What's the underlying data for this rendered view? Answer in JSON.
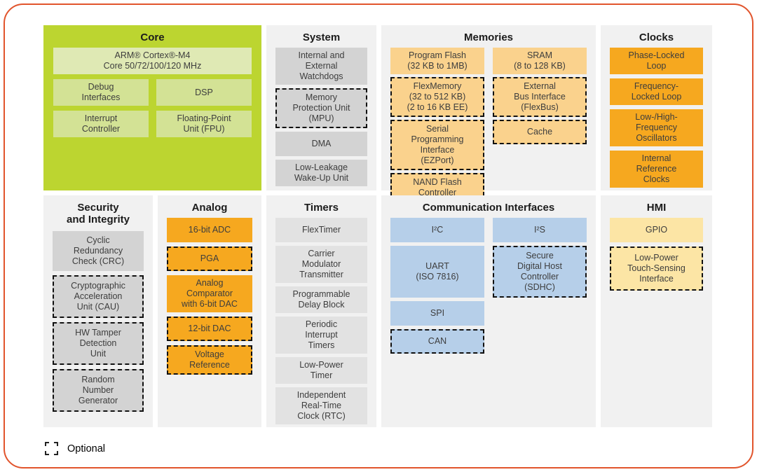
{
  "colors": {
    "frame": "#e1542c",
    "section_bg": "#f1f1f1",
    "core_bg": "#bcd530",
    "core_block": "#d3e295",
    "core_block_light": "#dfe9b4",
    "gray_dark": "#d3d3d3",
    "gray_light": "#e2e2e2",
    "orange": "#f6a81f",
    "light_orange": "#fad28d",
    "blue": "#b6cfe9",
    "pale_yellow": "#fce5a5",
    "optional_border": "#111111",
    "block_text": "#3d3d3d",
    "title_text": "#1b1b1b"
  },
  "legend": {
    "label": "Optional"
  },
  "sections": [
    {
      "id": "core",
      "title": "Core",
      "block_color": "core_block",
      "blocks": [
        {
          "label": "ARM® Cortex®-M4\nCore 50/72/100/120 MHz",
          "wide": true,
          "color": "core_block_light",
          "optional": false
        },
        {
          "label": "Debug\nInterfaces",
          "optional": false
        },
        {
          "label": "DSP",
          "optional": false
        },
        {
          "label": "Interrupt\nController",
          "optional": false
        },
        {
          "label": "Floating-Point\nUnit (FPU)",
          "optional": false
        }
      ]
    },
    {
      "id": "system",
      "title": "System",
      "block_color": "gray_dark",
      "blocks": [
        {
          "label": "Internal and\nExternal\nWatchdogs",
          "optional": false
        },
        {
          "label": "Memory\nProtection Unit\n(MPU)",
          "optional": true
        },
        {
          "label": "DMA",
          "optional": false
        },
        {
          "label": "Low-Leakage\nWake-Up Unit",
          "optional": false
        }
      ]
    },
    {
      "id": "memories",
      "title": "Memories",
      "block_color": "light_orange",
      "blocks": [
        {
          "label": "Program Flash\n(32 KB to 1MB)",
          "col": "a",
          "optional": false
        },
        {
          "label": "SRAM\n(8 to 128 KB)",
          "col": "b",
          "optional": false
        },
        {
          "label": "FlexMemory\n(32 to 512 KB)\n(2 to 16 KB EE)",
          "col": "a",
          "optional": true
        },
        {
          "label": "External\nBus Interface\n(FlexBus)",
          "col": "b",
          "optional": true
        },
        {
          "label": "Serial\nProgramming\nInterface\n(EZPort)",
          "col": "a",
          "optional": true
        },
        {
          "label": "Cache",
          "col": "b",
          "optional": true
        },
        {
          "label": "NAND Flash\nController",
          "col": "a",
          "optional": true
        }
      ]
    },
    {
      "id": "clocks",
      "title": "Clocks",
      "block_color": "orange",
      "blocks": [
        {
          "label": "Phase-Locked\nLoop",
          "optional": false
        },
        {
          "label": "Frequency-\nLocked Loop",
          "optional": false
        },
        {
          "label": "Low-/High-\nFrequency\nOscillators",
          "optional": false
        },
        {
          "label": "Internal\nReference\nClocks",
          "optional": false
        }
      ]
    },
    {
      "id": "security",
      "title": "Security\nand Integrity",
      "block_color": "gray_dark",
      "blocks": [
        {
          "label": "Cyclic\nRedundancy\nCheck (CRC)",
          "optional": false
        },
        {
          "label": "Cryptographic\nAcceleration\nUnit (CAU)",
          "optional": true
        },
        {
          "label": "HW Tamper\nDetection\nUnit",
          "optional": true
        },
        {
          "label": "Random\nNumber\nGenerator",
          "optional": true
        }
      ]
    },
    {
      "id": "analog",
      "title": "Analog",
      "block_color": "orange",
      "blocks": [
        {
          "label": "16-bit ADC",
          "optional": false
        },
        {
          "label": "PGA",
          "optional": true
        },
        {
          "label": "Analog\nComparator\nwith 6-bit DAC",
          "optional": false
        },
        {
          "label": "12-bit DAC",
          "optional": true
        },
        {
          "label": "Voltage\nReference",
          "optional": true
        }
      ]
    },
    {
      "id": "timers",
      "title": "Timers",
      "block_color": "gray_light",
      "blocks": [
        {
          "label": "FlexTimer",
          "optional": false
        },
        {
          "label": "Carrier\nModulator\nTransmitter",
          "optional": false
        },
        {
          "label": "Programmable\nDelay Block",
          "optional": false
        },
        {
          "label": "Periodic\nInterrupt\nTimers",
          "optional": false
        },
        {
          "label": "Low-Power\nTimer",
          "optional": false
        },
        {
          "label": "Independent\nReal-Time\nClock (RTC)",
          "optional": false
        }
      ]
    },
    {
      "id": "comm",
      "title": "Communication Interfaces",
      "block_color": "blue",
      "blocks": [
        {
          "label": "I²C",
          "col": "a",
          "optional": false
        },
        {
          "label": "I²S",
          "col": "b",
          "optional": false
        },
        {
          "label": "UART\n(ISO 7816)",
          "col": "a",
          "optional": false
        },
        {
          "label": "Secure\nDigital Host\nController\n(SDHC)",
          "col": "b",
          "optional": true
        },
        {
          "label": "SPI",
          "col": "a",
          "optional": false
        },
        {
          "label": "CAN",
          "col": "a",
          "optional": true
        }
      ]
    },
    {
      "id": "hmi",
      "title": "HMI",
      "block_color": "pale_yellow",
      "blocks": [
        {
          "label": "GPIO",
          "optional": false
        },
        {
          "label": "Low-Power\nTouch-Sensing\nInterface",
          "optional": true
        }
      ]
    }
  ]
}
